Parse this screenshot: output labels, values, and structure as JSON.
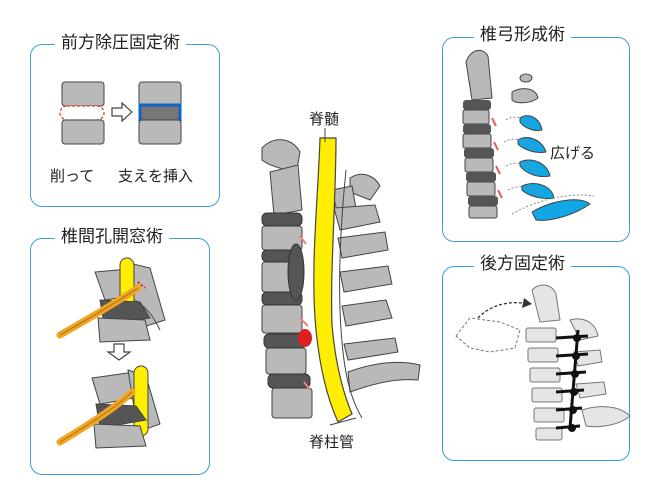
{
  "panels": {
    "anterior": {
      "title": "前方除圧固定術",
      "step1": "削って",
      "step2": "支えを挿入"
    },
    "foraminotomy": {
      "title": "椎間孔開窓術"
    },
    "laminoplasty": {
      "title": "椎弓形成術",
      "note": "広げる"
    },
    "posterior": {
      "title": "後方固定術"
    }
  },
  "center": {
    "spinal_cord": "脊髄",
    "spinal_canal": "脊柱管"
  },
  "colors": {
    "frame": "#3aa0d8",
    "bone": "#b9b9b9",
    "disc": "#555555",
    "cord": "#ffee00",
    "nerve": "#f3a51f",
    "lamina": "#11a6e6",
    "compression": "#e02020"
  }
}
